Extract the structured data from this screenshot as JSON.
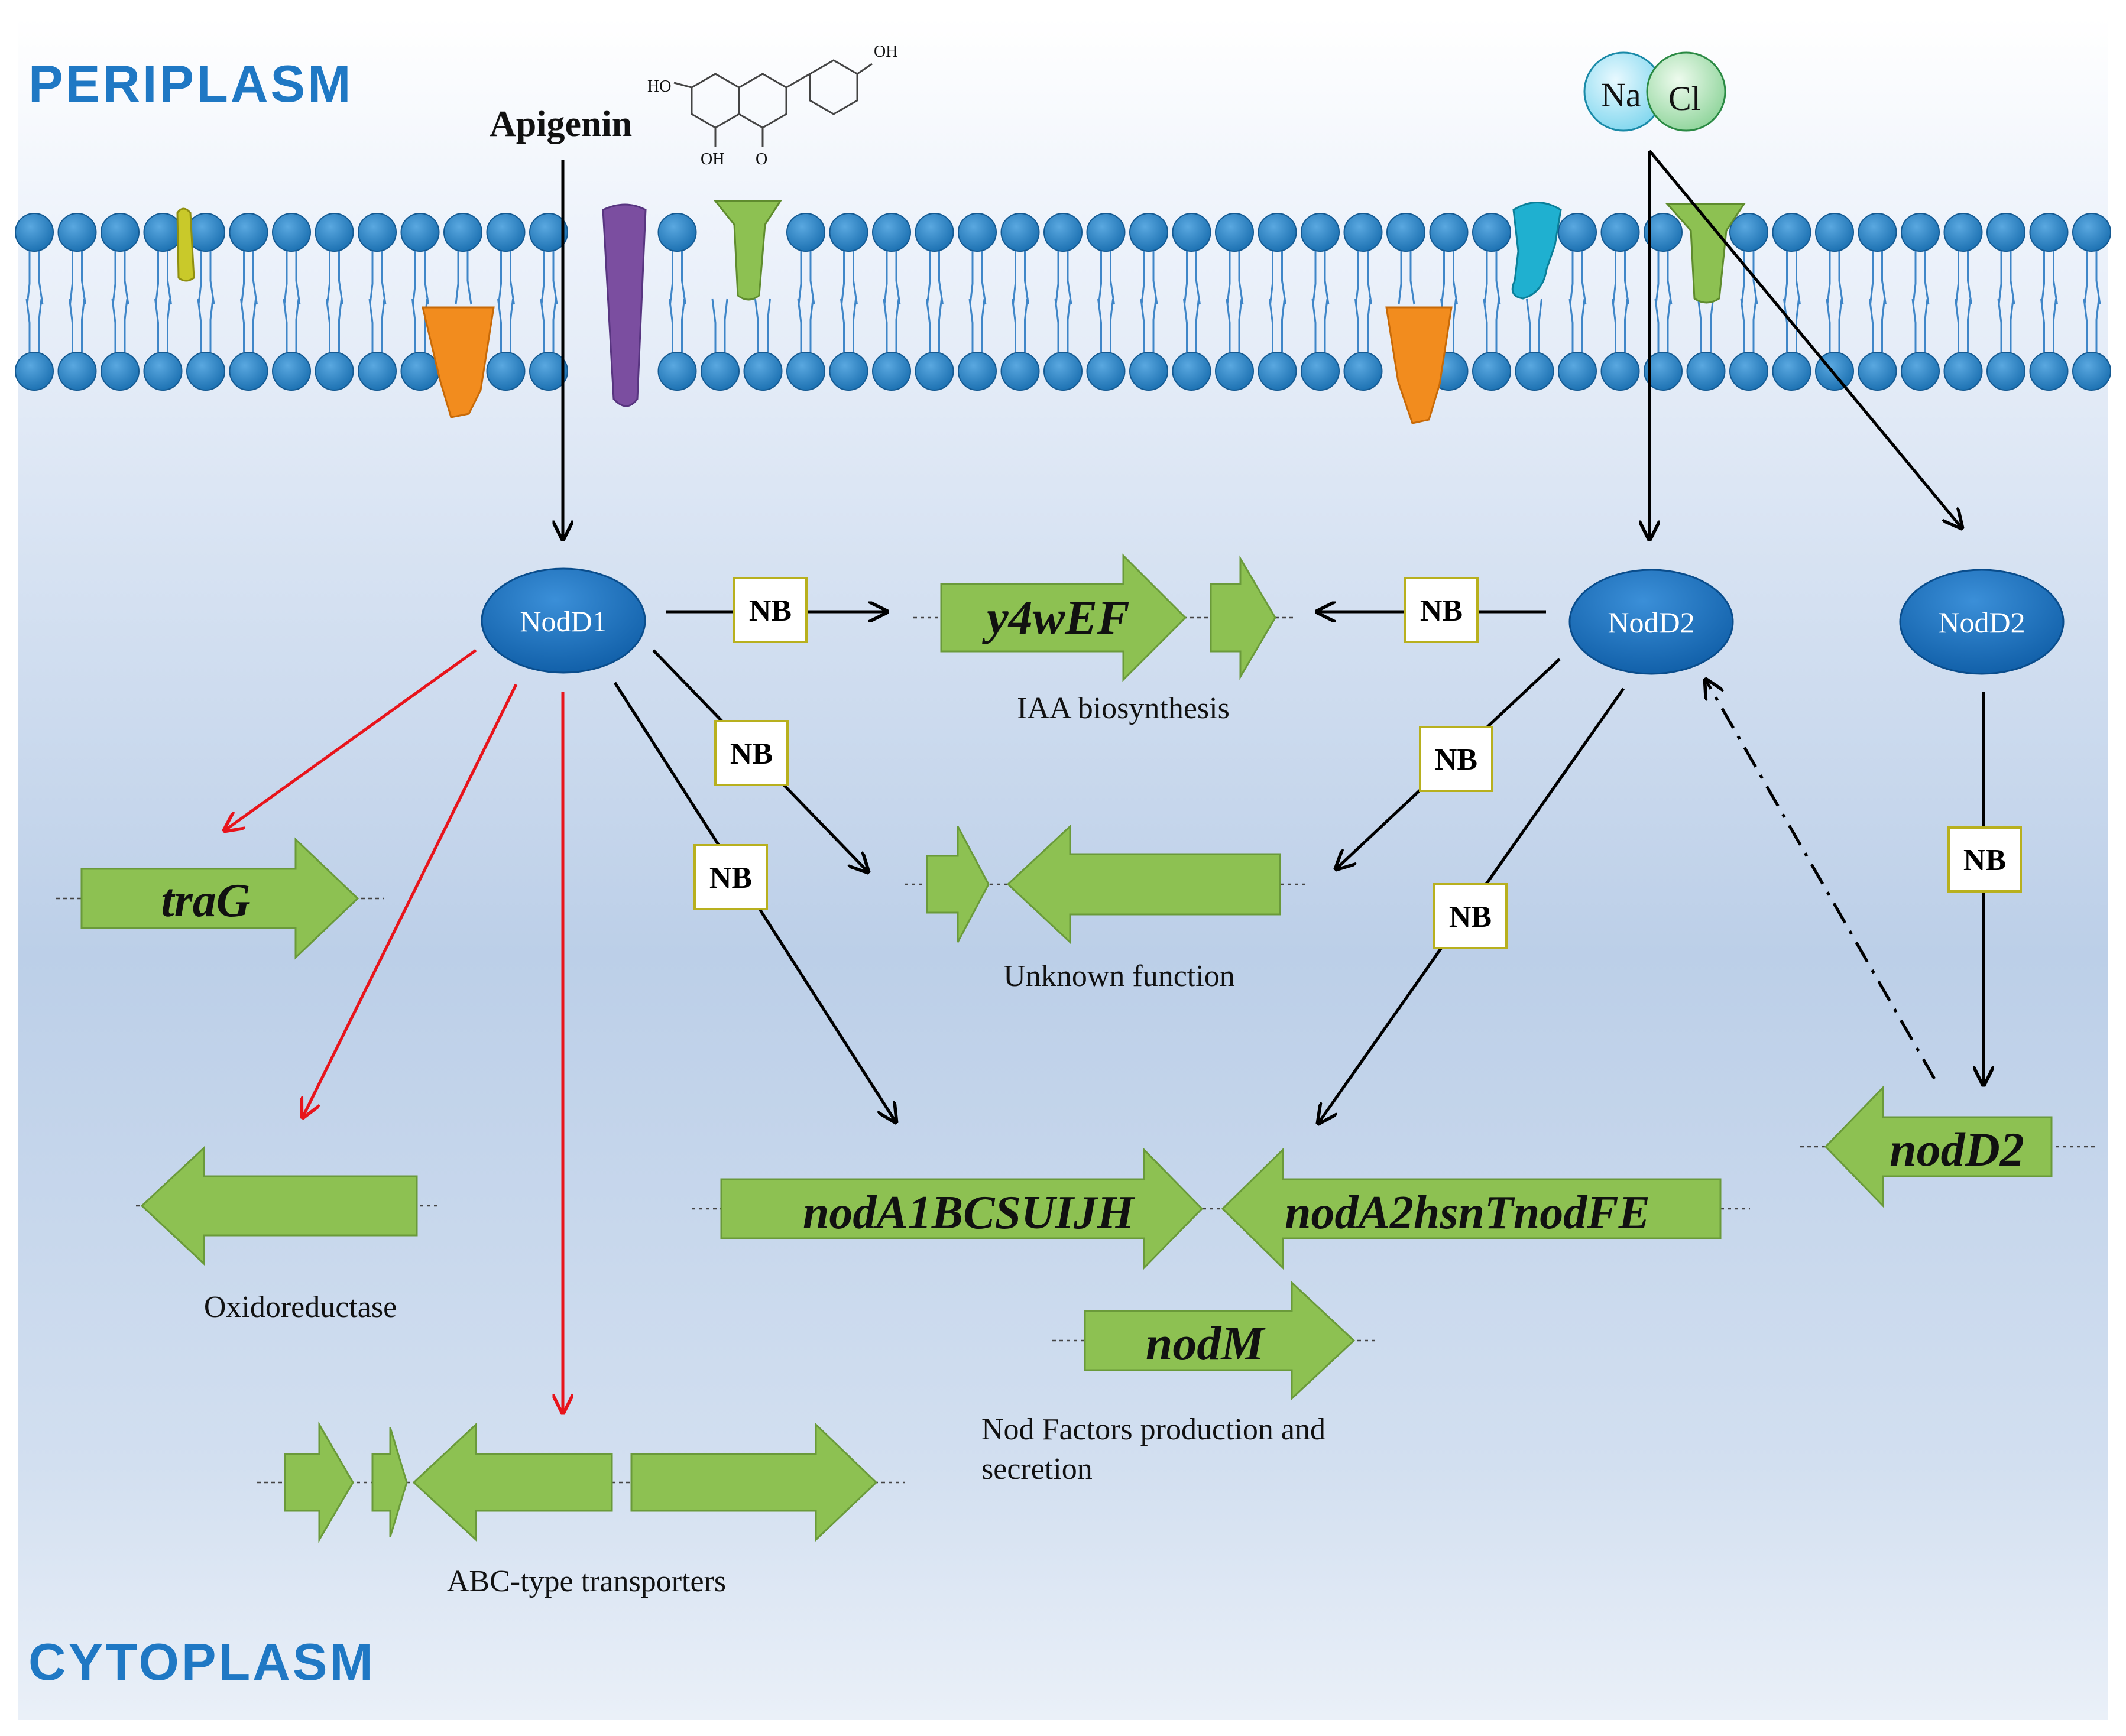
{
  "regions": {
    "top": "PERIPLASM",
    "bottom": "CYTOPLASM"
  },
  "signals": {
    "apigenin": "Apigenin",
    "na": "Na",
    "cl": "Cl",
    "structure_labels": {
      "oh_top": "OH",
      "ho_left": "HO",
      "oh_bottom": "OH",
      "o_ketone": "O"
    }
  },
  "regulators": {
    "nodd1": "NodD1",
    "nodd2_left": "NodD2",
    "nodd2_right": "NodD2"
  },
  "nod_box": "NB",
  "genes": {
    "y4wef": "y4wEF",
    "trag": "traG",
    "noda1": "nodA1BCSUIJH",
    "noda2": "nodA2hsnTnodFE",
    "nodm": "nodM",
    "nodd2": "nodD2"
  },
  "captions": {
    "iaa": "IAA biosynthesis",
    "unknown": "Unknown function",
    "oxidoreductase": "Oxidoreductase",
    "abc": "ABC-type transporters",
    "nod_factors_line1": "Nod Factors production and",
    "nod_factors_line2": "secretion"
  },
  "colors": {
    "gene_arrow": "#8dc152",
    "gene_arrow_stroke": "#6a9a3a",
    "regulator": "#1a70b8",
    "activation": "#000000",
    "repression": "#e8141b",
    "nb_border": "#b8b01e",
    "region_text": "#1f78c4"
  }
}
